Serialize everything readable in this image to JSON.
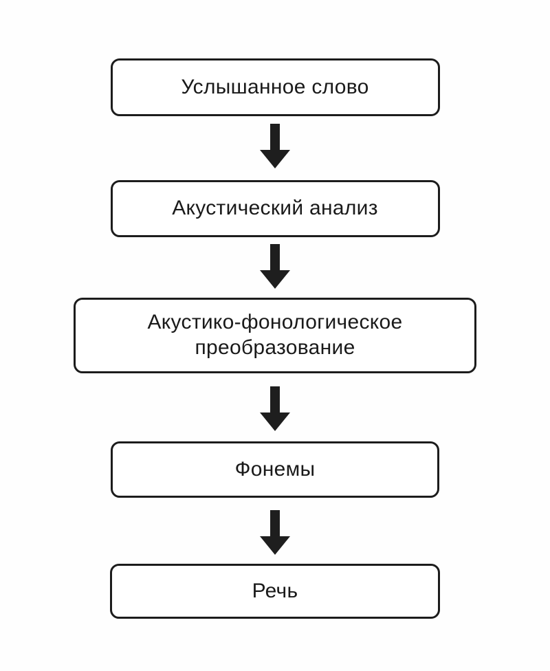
{
  "flowchart": {
    "title": "Speech perception processing stages flowchart",
    "language": "ru",
    "nodes": [
      {
        "id": "heard-word",
        "label": "Услышанное слово"
      },
      {
        "id": "acoustic-analysis",
        "label": "Акустический анализ"
      },
      {
        "id": "acoustic-phonological-transformation",
        "label": "Акустико-фонологическое преобразование"
      },
      {
        "id": "phonemes",
        "label": "Фонемы"
      },
      {
        "id": "speech",
        "label": "Речь"
      }
    ],
    "edges": [
      {
        "from": "heard-word",
        "to": "acoustic-analysis",
        "style": "down-arrow"
      },
      {
        "from": "acoustic-analysis",
        "to": "acoustic-phonological-transformation",
        "style": "down-arrow"
      },
      {
        "from": "acoustic-phonological-transformation",
        "to": "phonemes",
        "style": "down-arrow"
      },
      {
        "from": "phonemes",
        "to": "speech",
        "style": "down-arrow"
      }
    ],
    "colors": {
      "background": "#fefefe",
      "box_fill": "#ffffff",
      "box_border": "#1c1c1c",
      "text": "#1a1a1a",
      "arrow": "#1e1e1e"
    }
  }
}
